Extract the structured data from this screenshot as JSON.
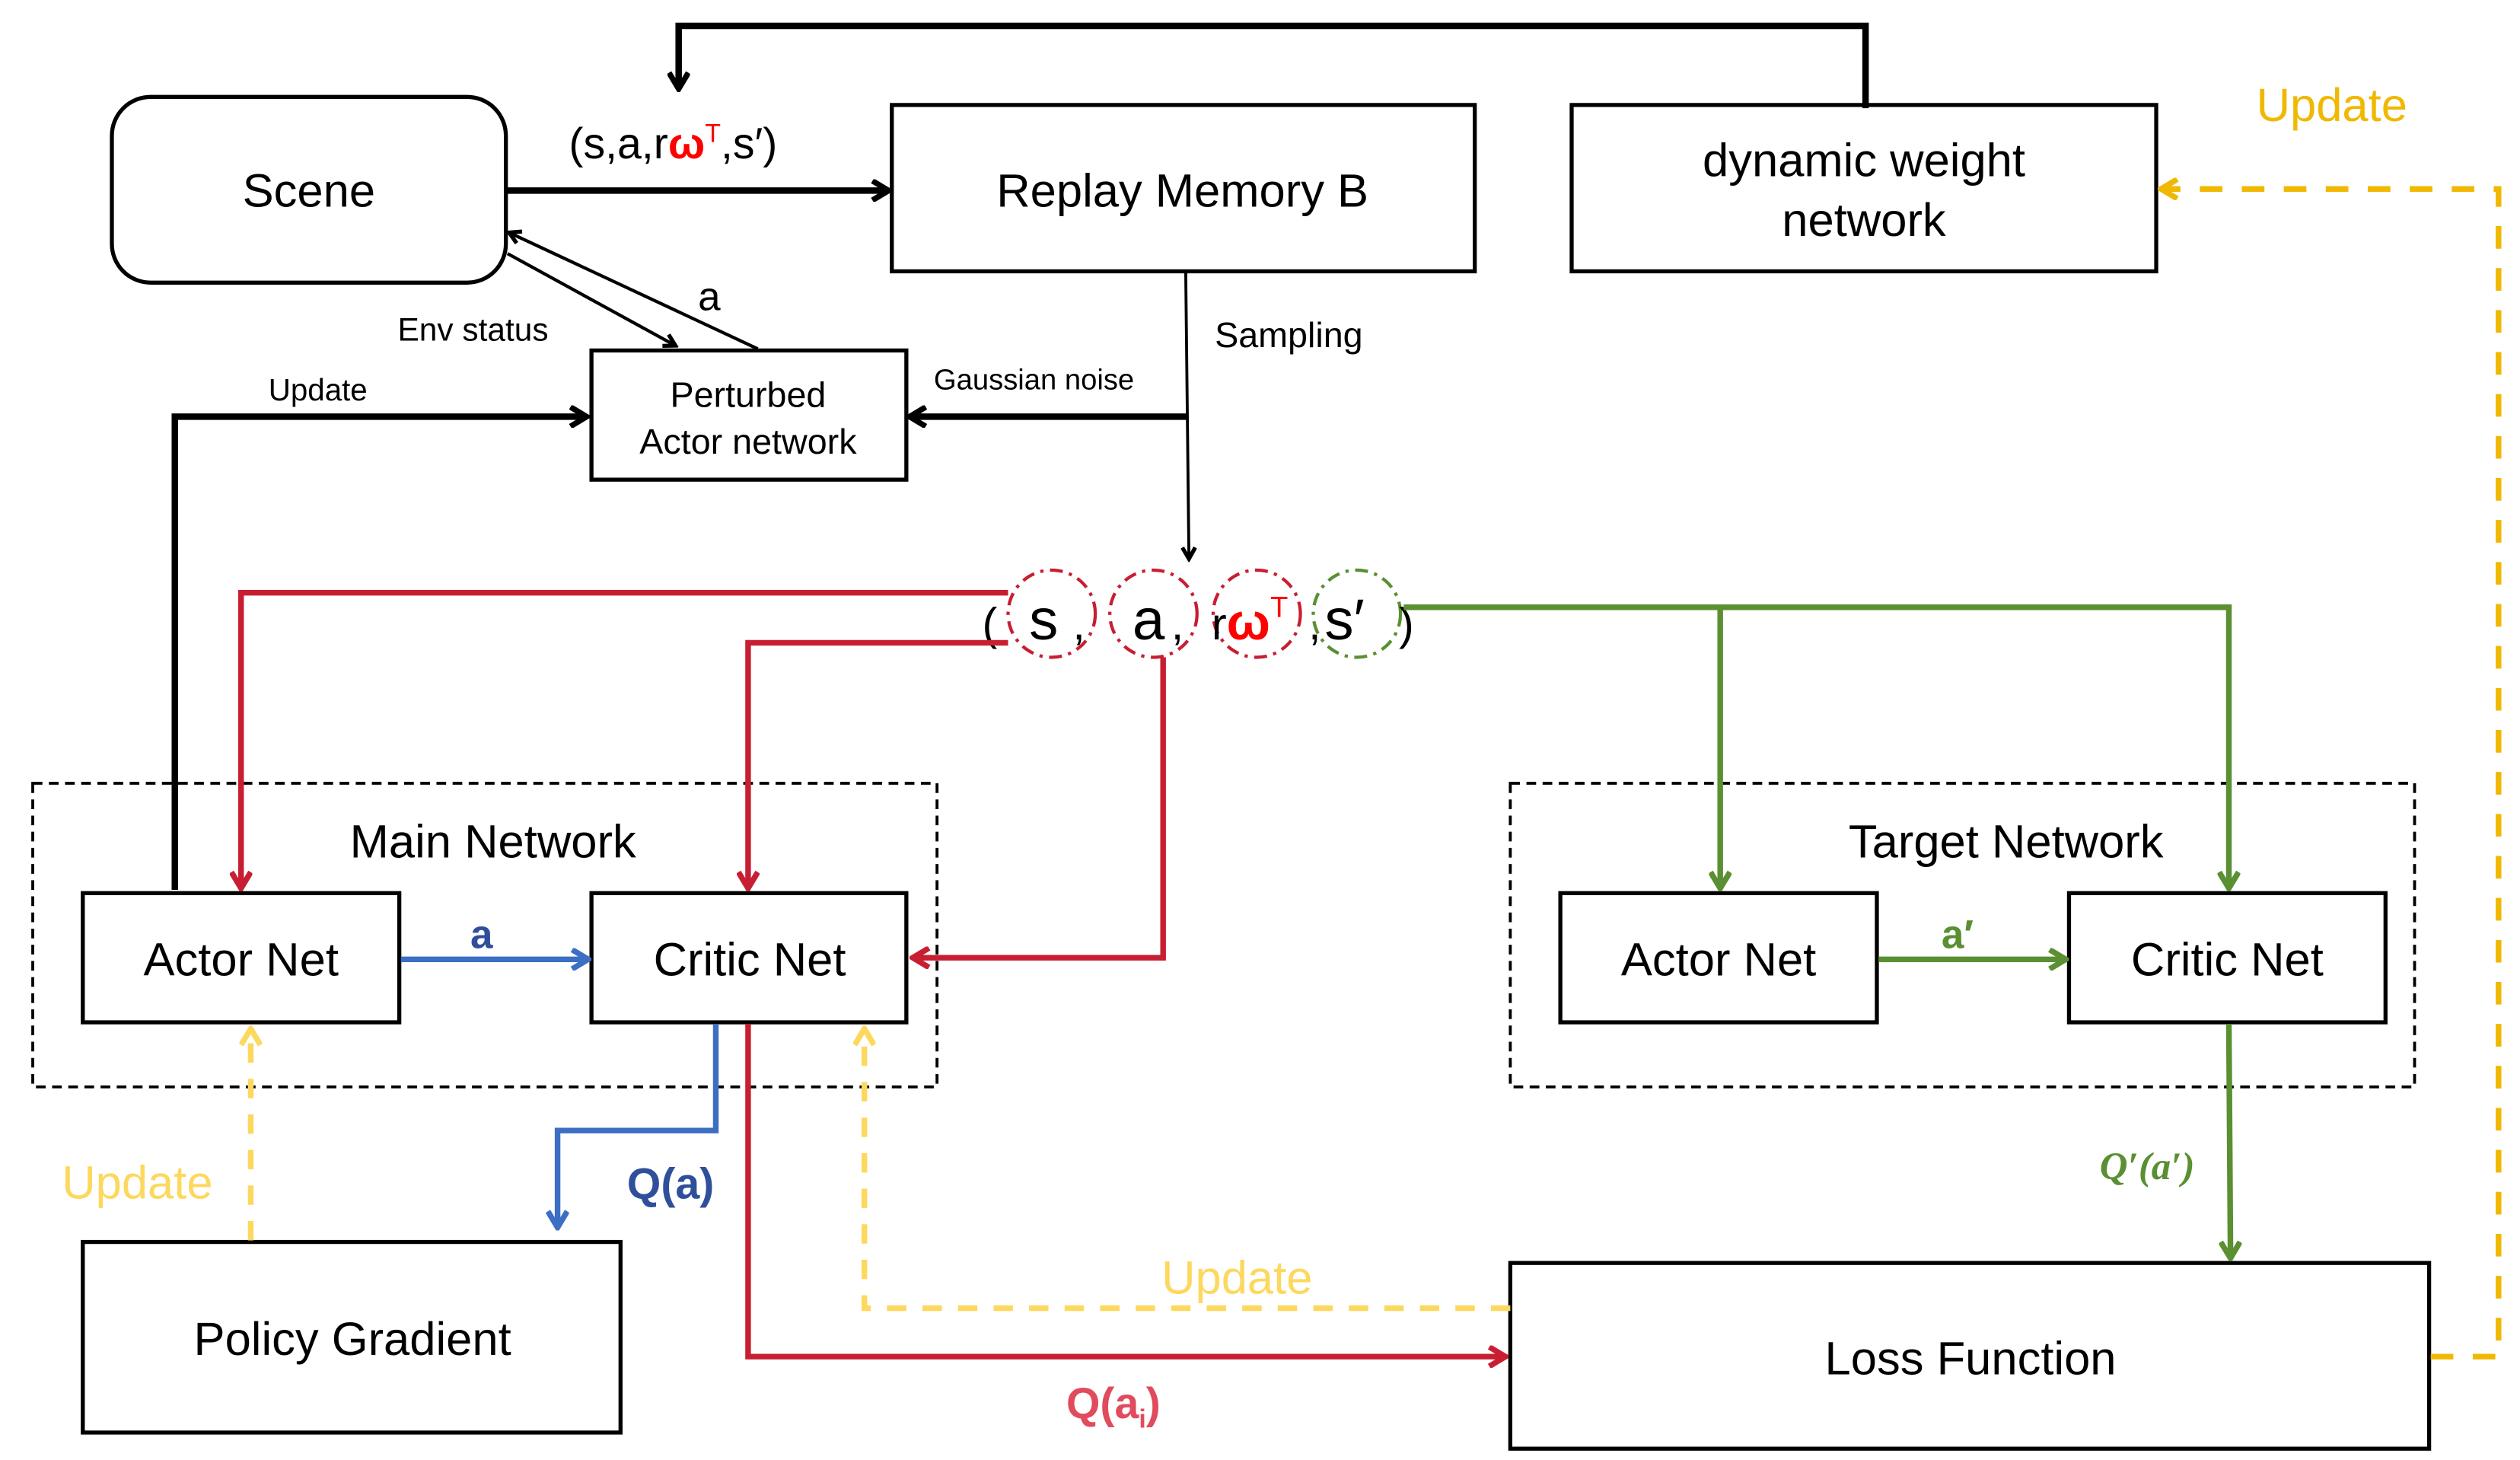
{
  "nodes": {
    "scene": "Scene",
    "replay_memory": "Replay Memory B",
    "dynamic_weight_line1": "dynamic weight",
    "dynamic_weight_line2": "network",
    "perturbed_line1": "Perturbed",
    "perturbed_line2": "Actor network",
    "main_network": "Main Network",
    "target_network": "Target Network",
    "main_actor": "Actor Net",
    "main_critic": "Critic Net",
    "target_actor": "Actor Net",
    "target_critic": "Critic Net",
    "policy_gradient": "Policy Gradient",
    "loss_function": "Loss Function"
  },
  "labels": {
    "transition_open": "(s,a,r",
    "transition_omega": "ω",
    "transition_sup": "T",
    "transition_close": ",s′)",
    "env_status": "Env status",
    "action_a": "a",
    "sampling": "Sampling",
    "gaussian_noise": "Gaussian noise",
    "update_perturbed": "Update",
    "sample_open": "(",
    "sample_s": "s",
    "sample_comma1": ",",
    "sample_a": "a",
    "sample_comma2": ",",
    "sample_r": "r",
    "sample_omega": "ω",
    "sample_sup": "T",
    "sample_comma3": ",",
    "sample_sprime": "s′",
    "sample_close": ")",
    "main_action": "a",
    "target_action": "a′",
    "q_a": "Q(a)",
    "q_ai_main": "Q(a",
    "q_ai_sub": "i",
    "q_ai_close": ")",
    "q_prime": "Q′(a′)",
    "update_actor": "Update",
    "update_critic": "Update",
    "update_dynamic": "Update"
  },
  "colors": {
    "red": "#C81E32",
    "green": "#5A8F32",
    "blue": "#3C6FC4",
    "yellow_light": "#FDD85E",
    "yellow_dark": "#F0B800",
    "omega_red": "#FF0000"
  }
}
